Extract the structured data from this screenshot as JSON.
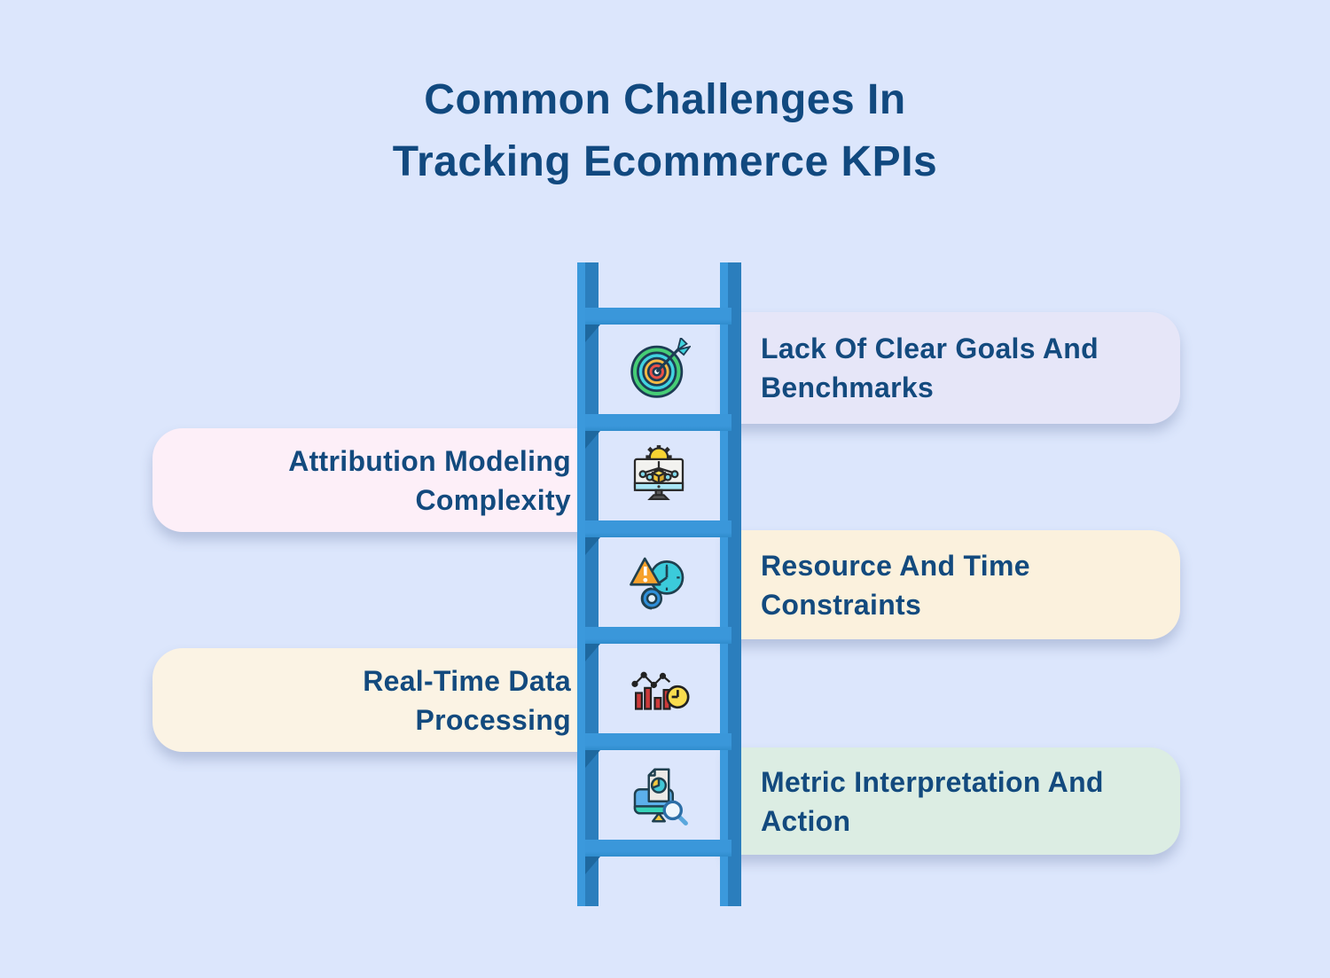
{
  "title": {
    "line1": "Common Challenges In",
    "line2": "Tracking Ecommerce KPIs"
  },
  "palette": {
    "background": "#dce6fc",
    "title_text": "#11497f",
    "card_text": "#134a7e",
    "ladder_rail_light": "#3b99dc",
    "ladder_rail_dark": "#2b7ebd",
    "ladder_rung": "#3a97da",
    "rung_shadow": "#1e689f"
  },
  "cards": [
    {
      "label": "Lack Of Clear Goals And Benchmarks",
      "side": "right",
      "bg": "#e6e6f8",
      "icon": "target-icon"
    },
    {
      "label": "Attribution Modeling Complexity",
      "side": "left",
      "bg": "#fdeff8",
      "icon": "process-monitor-icon"
    },
    {
      "label": "Resource And Time Constraints",
      "side": "right",
      "bg": "#fbf1dd",
      "icon": "warning-clock-icon"
    },
    {
      "label": "Real-Time Data Processing",
      "side": "left",
      "bg": "#fbf3e4",
      "icon": "chart-clock-icon"
    },
    {
      "label": "Metric Interpretation And Action",
      "side": "right",
      "bg": "#dcede3",
      "icon": "report-search-icon"
    }
  ]
}
